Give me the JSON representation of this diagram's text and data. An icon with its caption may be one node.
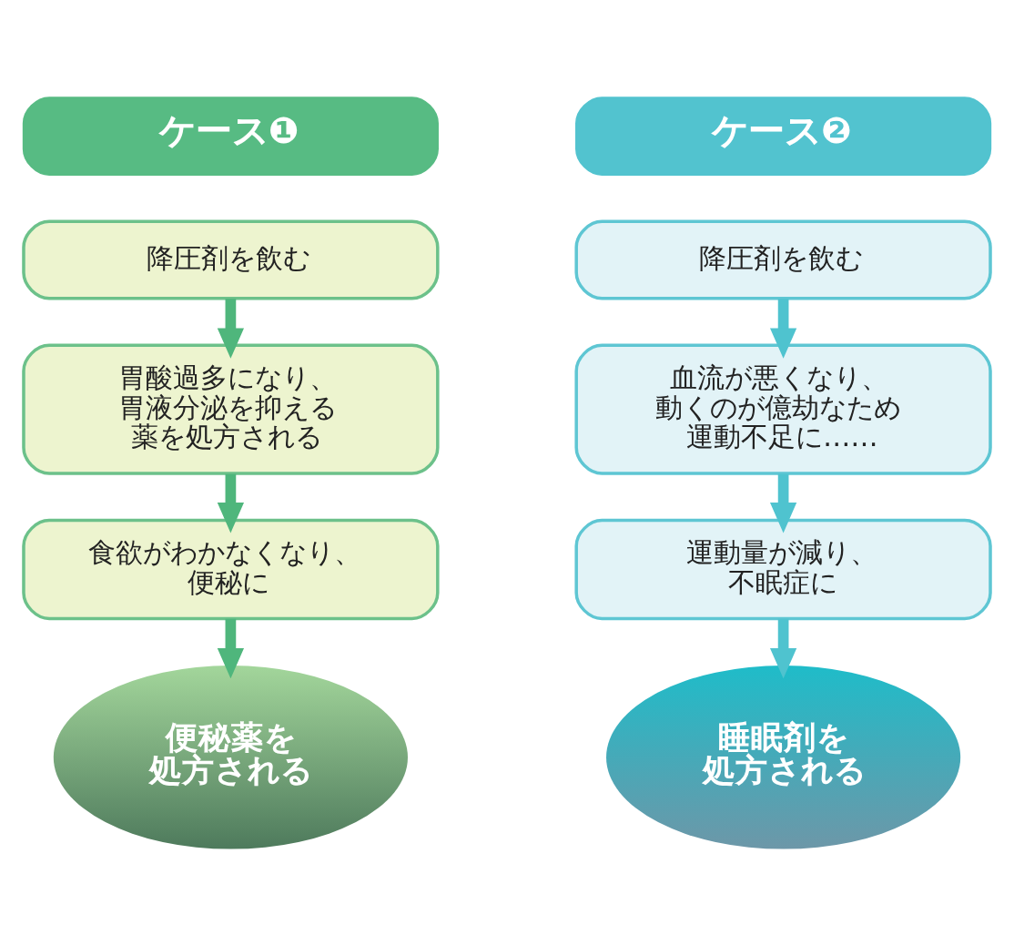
{
  "diagram": {
    "nodes": [
      {
        "text": [
          "ケース❶"
        ]
      },
      {
        "text": [
          "降圧剤を飲む"
        ]
      },
      {
        "text": [
          "胃酸過多になり、胃液分泌を抑える薬を処方される"
        ]
      },
      {
        "text": [
          "食欲がわかなくなり、便秘に"
        ]
      },
      {
        "text": [
          "便秘薬を処方される"
        ]
      },
      {
        "text": [
          "ケース❷"
        ]
      },
      {
        "text": [
          "降圧剤を飲む"
        ]
      },
      {
        "text": [
          "血流が悪くなり、動くのが億劫なため運動不足に……"
        ]
      },
      {
        "text": [
          "運動量が減り、不眠症に"
        ]
      },
      {
        "text": [
          "睡眠剤を処方される"
        ]
      }
    ],
    "edges": [
      {
        "from": 1,
        "to": 2,
        "arrow": "to",
        "color": "#4fb67c"
      },
      {
        "from": 2,
        "to": 3,
        "arrow": "to",
        "color": "#4fb67c"
      },
      {
        "from": 3,
        "to": 4,
        "arrow": "to",
        "color": "#4fb67c"
      },
      {
        "from": 6,
        "to": 7,
        "arrow": "to",
        "color": "#4fc3cf"
      },
      {
        "from": 7,
        "to": 8,
        "arrow": "to",
        "color": "#4fc3cf"
      },
      {
        "from": 8,
        "to": 9,
        "arrow": "to",
        "color": "#4fc3cf"
      }
    ]
  }
}
